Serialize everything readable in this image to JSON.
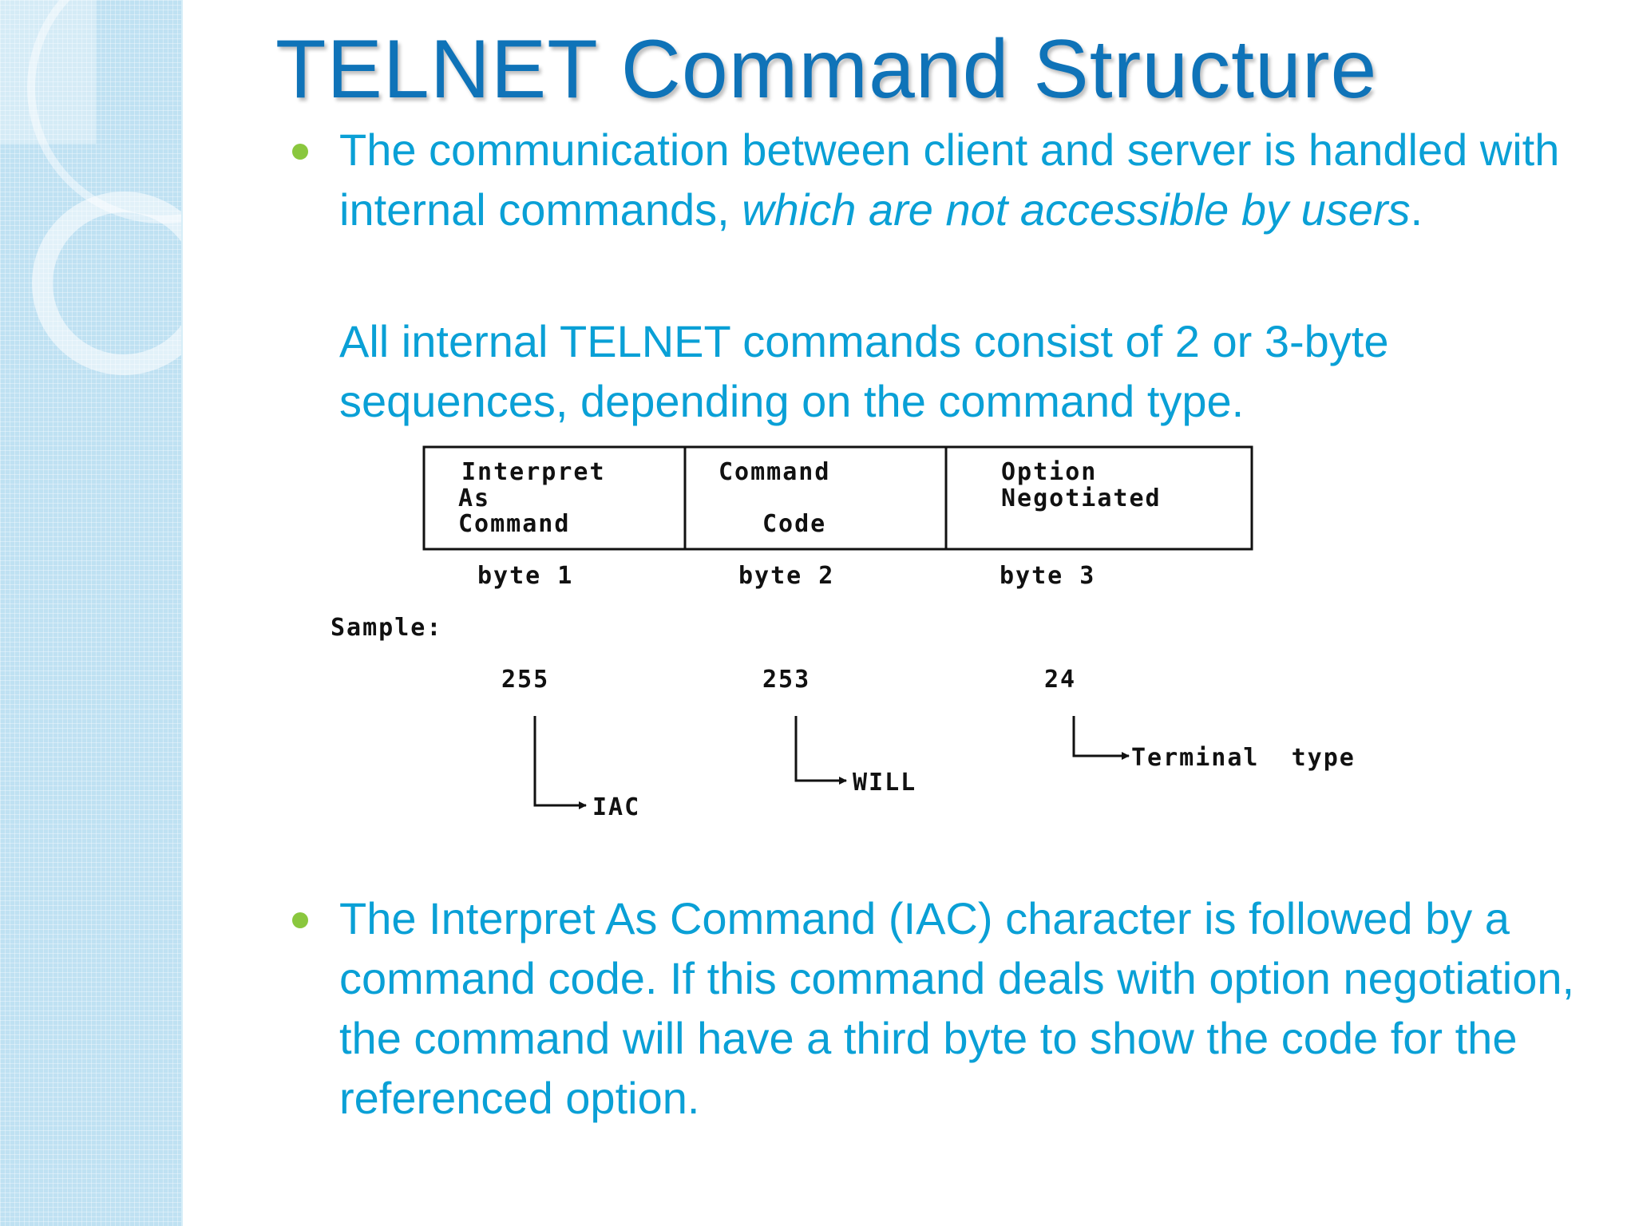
{
  "slide": {
    "title": "TELNET Command Structure",
    "bullet1": {
      "text_part1": "The communication between client and server is handled with internal commands, ",
      "text_italic": "which are not accessible by users",
      "text_part2": "."
    },
    "paragraph2": "All internal TELNET commands consist of 2 or 3-byte sequences, depending on the command type.",
    "diagram": {
      "cell1_line1": "Interpret",
      "cell1_line2": "As",
      "cell1_line3": "Command",
      "cell2_line1": "Command",
      "cell2_line2": "Code",
      "cell3_line1": "Option",
      "cell3_line2": "Negotiated",
      "byte1": "byte 1",
      "byte2": "byte 2",
      "byte3": "byte 3",
      "sample_label": "Sample:",
      "sample1_value": "255",
      "sample2_value": "253",
      "sample3_value": "24",
      "sample1_meaning": "IAC",
      "sample2_meaning": "WILL",
      "sample3_meaning": "Terminal  type"
    },
    "bullet2": "The Interpret As Command (IAC) character is followed by a command code. If this command deals with option negotiation, the command will have a third byte to show the code for the referenced option."
  },
  "colors": {
    "title": "#0f73b8",
    "body_text": "#0aa0d6",
    "bullet": "#8ac73e",
    "sidebar": "#bfe1f2"
  }
}
